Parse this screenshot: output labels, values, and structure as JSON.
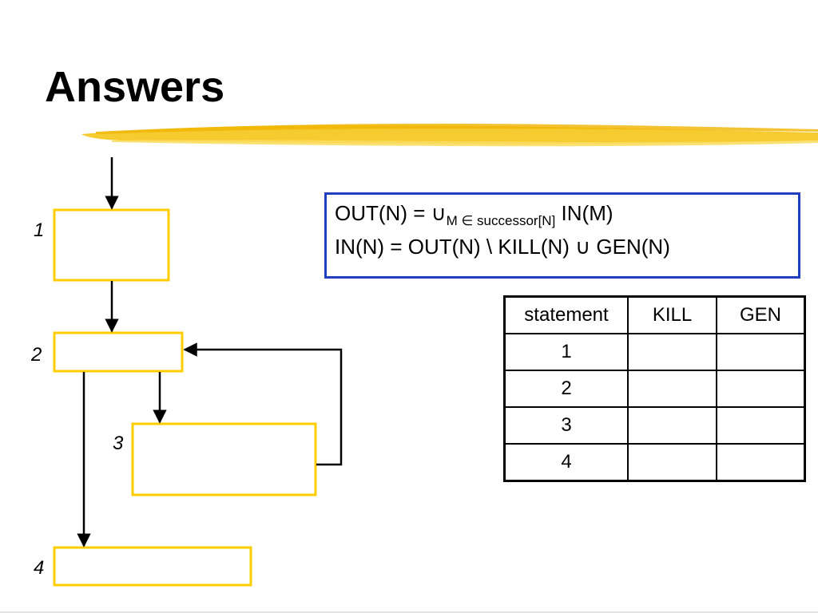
{
  "slide": {
    "title": "Answers"
  },
  "colors": {
    "box_border": "#FFCC00",
    "brush_stroke": "#F5C518",
    "equation_border": "#1F3FBF",
    "arrows": "#000000"
  },
  "flow_graph": {
    "nodes": [
      {
        "id": "1",
        "label": "1"
      },
      {
        "id": "2",
        "label": "2"
      },
      {
        "id": "3",
        "label": "3"
      },
      {
        "id": "4",
        "label": "4"
      }
    ],
    "edges": [
      {
        "from": "entry",
        "to": "1"
      },
      {
        "from": "1",
        "to": "2"
      },
      {
        "from": "2",
        "to": "3"
      },
      {
        "from": "2",
        "to": "4"
      },
      {
        "from": "3",
        "to": "2"
      }
    ]
  },
  "equations": {
    "line1": {
      "lhs": "OUT(N) = ",
      "union": "∪",
      "subscript": "M ∈ successor[N]",
      "rhs": " IN(M)"
    },
    "line2": {
      "lhs": "IN(N) = OUT(N) \\ KILL(N)  ",
      "union": "∪",
      "rhs": "  GEN(N)"
    }
  },
  "table": {
    "headers": [
      "statement",
      "KILL",
      "GEN"
    ],
    "rows": [
      [
        "1",
        "",
        ""
      ],
      [
        "2",
        "",
        ""
      ],
      [
        "3",
        "",
        ""
      ],
      [
        "4",
        "",
        ""
      ]
    ]
  }
}
